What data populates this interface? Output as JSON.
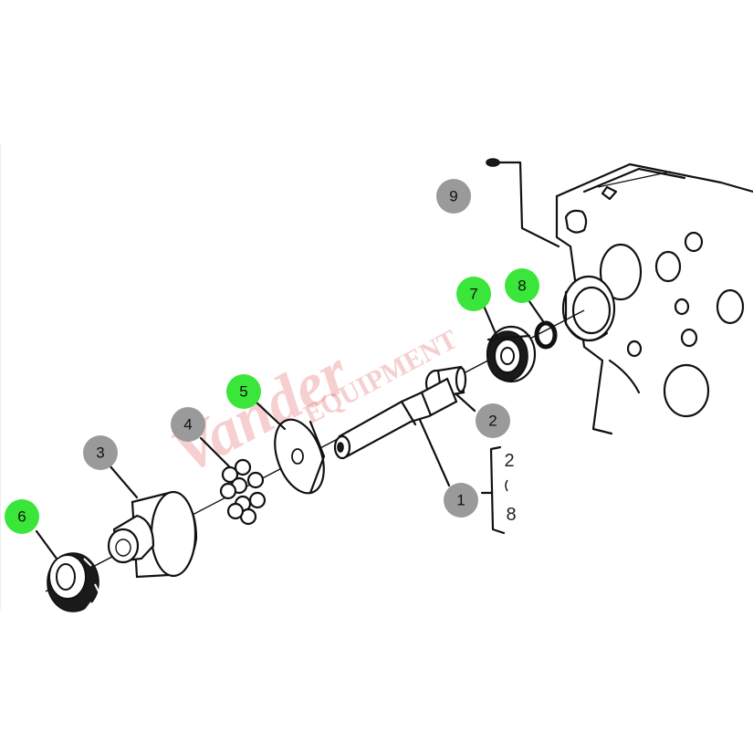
{
  "callouts": [
    {
      "label": "1",
      "color": "gray"
    },
    {
      "label": "2",
      "color": "gray"
    },
    {
      "label": "3",
      "color": "gray"
    },
    {
      "label": "4",
      "color": "gray"
    },
    {
      "label": "5",
      "color": "green"
    },
    {
      "label": "6",
      "color": "green"
    },
    {
      "label": "7",
      "color": "green"
    },
    {
      "label": "8",
      "color": "green"
    },
    {
      "label": "9",
      "color": "gray"
    }
  ],
  "range": {
    "from": "2",
    "to": "8"
  },
  "watermark": {
    "script": "Vander",
    "block": "EQUIPMENT"
  },
  "colors": {
    "gray_callout": "#9a9a9a",
    "green_callout": "#39e639",
    "watermark": "#d9292f"
  }
}
